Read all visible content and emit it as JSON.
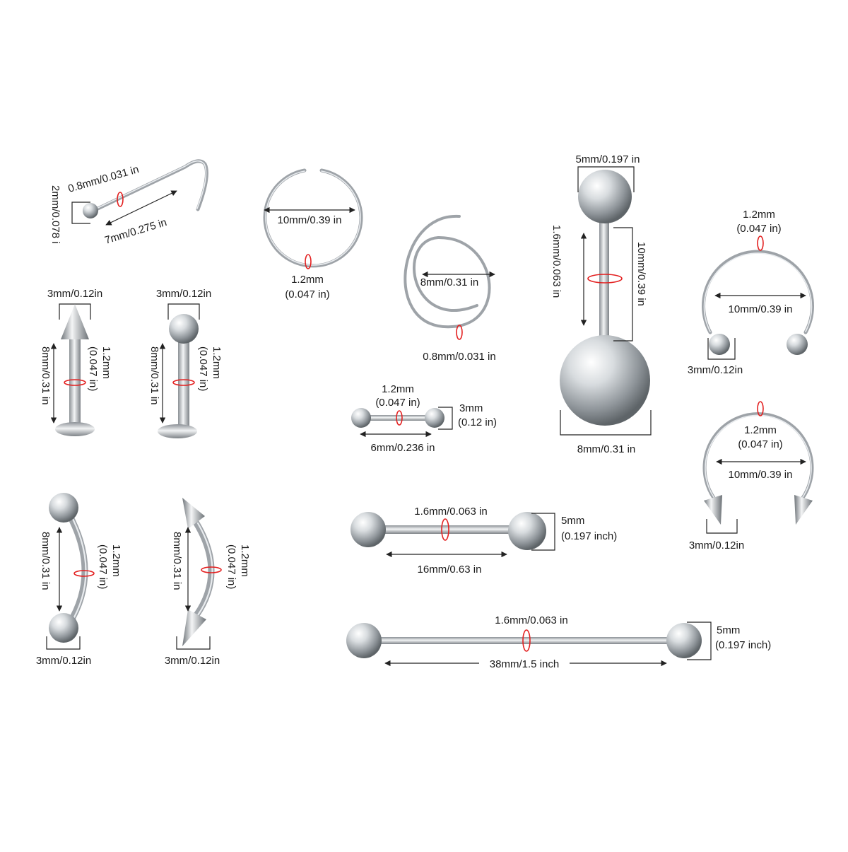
{
  "labels": {
    "nose_gauge": "0.8mm/0.031 in",
    "nose_ball": "2mm/0.078 i",
    "nose_length": "7mm/0.275 in",
    "hoop_diameter": "10mm/0.39 in",
    "hoop_gauge_mm": "1.2mm",
    "hoop_gauge_in": "(0.047 in)",
    "spiral_diameter": "8mm/0.31 in",
    "spiral_gauge": "0.8mm/0.031 in",
    "belly_top_ball": "5mm/0.197 in",
    "belly_gauge": "1.6mm/0.063 in",
    "belly_length": "10mm/0.39 in",
    "belly_bottom_ball": "8mm/0.31 in",
    "horseshoe1_gauge_mm": "1.2mm",
    "horseshoe1_gauge_in": "(0.047 in)",
    "horseshoe1_diameter": "10mm/0.39 in",
    "horseshoe1_ball": "3mm/0.12in",
    "labret_spike_top": "3mm/0.12in",
    "labret_spike_length": "8mm/0.31 in",
    "labret_spike_gauge_mm": "1.2mm",
    "labret_spike_gauge_in": "(0.047 in)",
    "labret_ball_top": "3mm/0.12in",
    "labret_ball_length": "8mm/0.31 in",
    "labret_ball_gauge_mm": "1.2mm",
    "labret_ball_gauge_in": "(0.047 in)",
    "small_barbell_gauge_mm": "1.2mm",
    "small_barbell_gauge_in": "(0.047 in)",
    "small_barbell_ball_mm": "3mm",
    "small_barbell_ball_in": "(0.12 in)",
    "small_barbell_length": "6mm/0.236 in",
    "horseshoe2_gauge_mm": "1.2mm",
    "horseshoe2_gauge_in": "(0.047 in)",
    "horseshoe2_diameter": "10mm/0.39 in",
    "horseshoe2_spike": "3mm/0.12in",
    "curved_ball_length": "8mm/0.31 in",
    "curved_ball_gauge_mm": "1.2mm",
    "curved_ball_gauge_in": "(0.047 in)",
    "curved_ball_ball": "3mm/0.12in",
    "curved_spike_length": "8mm/0.31 in",
    "curved_spike_gauge_mm": "1.2mm",
    "curved_spike_gauge_in": "(0.047 in)",
    "curved_spike_spike": "3mm/0.12in",
    "tongue_gauge": "1.6mm/0.063 in",
    "tongue_ball_mm": "5mm",
    "tongue_ball_in": "(0.197 inch)",
    "tongue_length": "16mm/0.63 in",
    "industrial_gauge": "1.6mm/0.063 in",
    "industrial_ball_mm": "5mm",
    "industrial_ball_in": "(0.197 inch)",
    "industrial_length": "38mm/1.5 inch"
  }
}
